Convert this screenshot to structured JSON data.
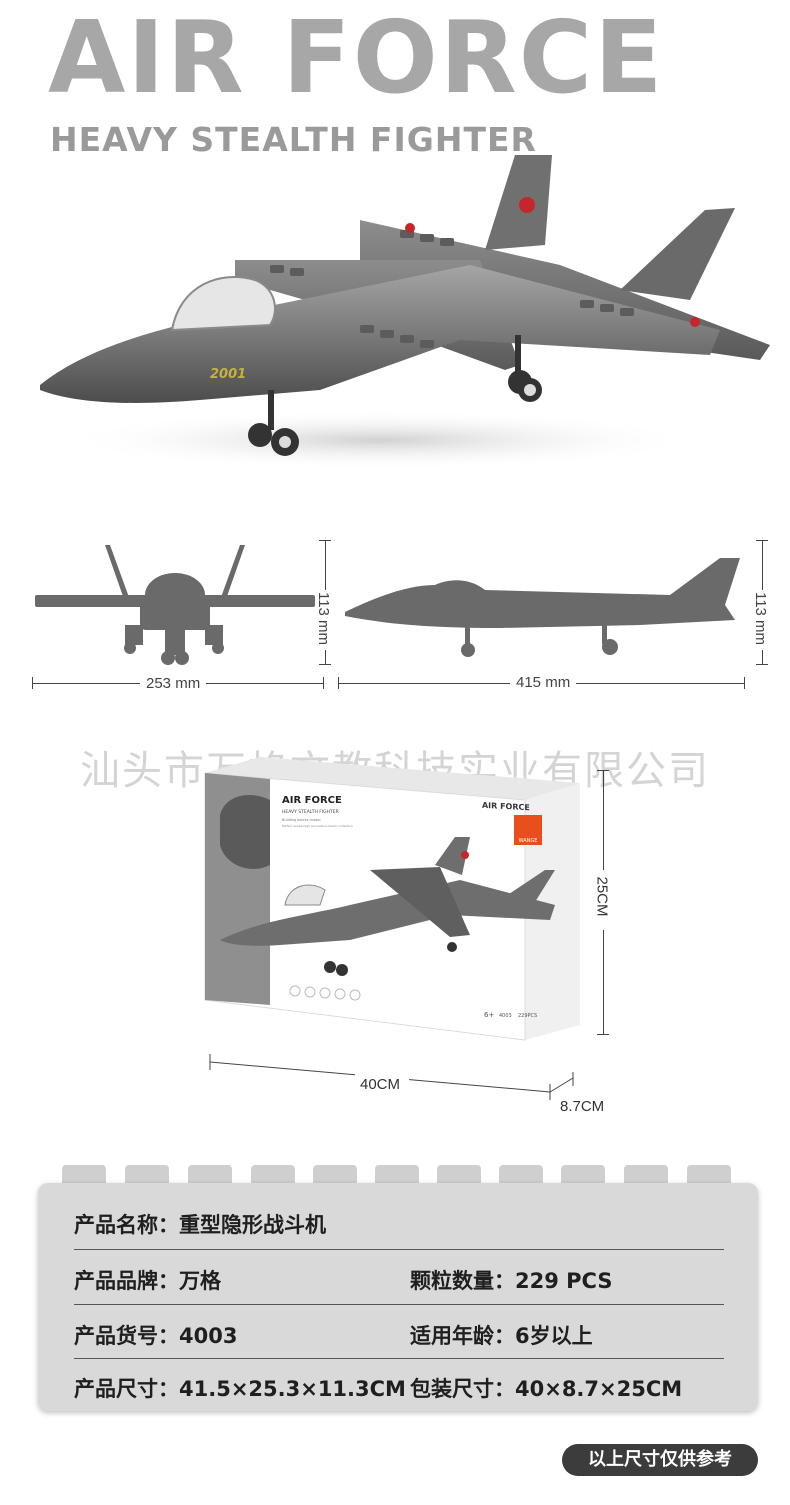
{
  "hero": {
    "title": "AIR FORCE",
    "subtitle": "HEAVY STEALTH FIGHTER",
    "model_number": "2001"
  },
  "dimensions": {
    "front_width": "253 mm",
    "front_height": "113 mm",
    "side_length": "415 mm",
    "side_height": "113 mm"
  },
  "watermark": "汕头市万格文教科技实业有限公司",
  "box": {
    "brand_title": "AIR FORCE",
    "brand_subtitle": "HEAVY STEALTH FIGHTER",
    "brand_tagline": "Building blocks model",
    "brand_note": "Perfect shape,high simulation,classic collection",
    "spine_title": "AIR FORCE",
    "logo_text": "WANGE",
    "age_badge": "6+",
    "item_no": "4003",
    "pcs": "229PCS",
    "height_label": "25CM",
    "width_label": "40CM",
    "depth_label": "8.7CM"
  },
  "specs": {
    "name": "产品名称：重型隐形战斗机",
    "brand": "产品品牌：万格",
    "pieces": "颗粒数量：229 PCS",
    "item": "产品货号：4003",
    "age": "适用年龄：6岁以上",
    "size": "产品尺寸：41.5×25.3×11.3CM",
    "package": "包装尺寸：40×8.7×25CM"
  },
  "note": "以上尺寸仅供参考",
  "colors": {
    "hull": "#6e6e6e",
    "hull_light": "#9b9b9b",
    "silhouette": "#6a6a6a",
    "accent_red": "#c4262b",
    "gold": "#c7b23a"
  }
}
